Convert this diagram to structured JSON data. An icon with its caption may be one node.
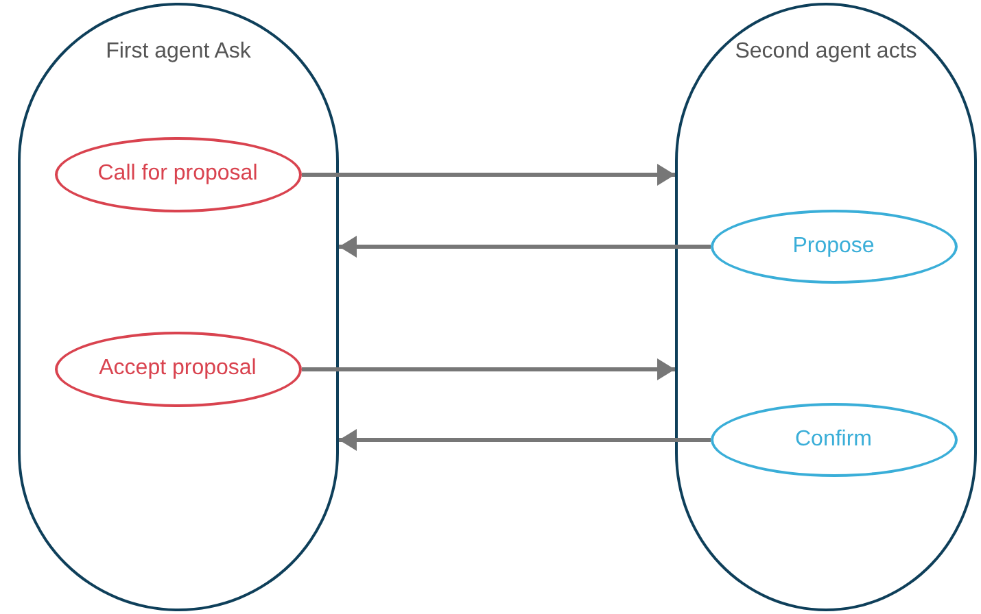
{
  "diagram": {
    "nodes": [
      {
        "text": [
          "First agent Ask"
        ]
      },
      {
        "text": [
          "Call for proposal"
        ],
        "in": 0
      },
      {
        "text": [
          "Accept proposal"
        ],
        "in": 0
      },
      {
        "text": [
          "Second agent acts"
        ]
      },
      {
        "text": [
          "Propose"
        ],
        "in": 3
      },
      {
        "text": [
          "Confirm"
        ],
        "in": 3
      }
    ],
    "edges": [
      {
        "from": 1,
        "to": 3,
        "arrow": "to"
      },
      {
        "from": 4,
        "to": 0,
        "arrow": "to"
      },
      {
        "from": 2,
        "to": 3,
        "arrow": "to"
      },
      {
        "from": 5,
        "to": 0,
        "arrow": "to"
      }
    ]
  }
}
